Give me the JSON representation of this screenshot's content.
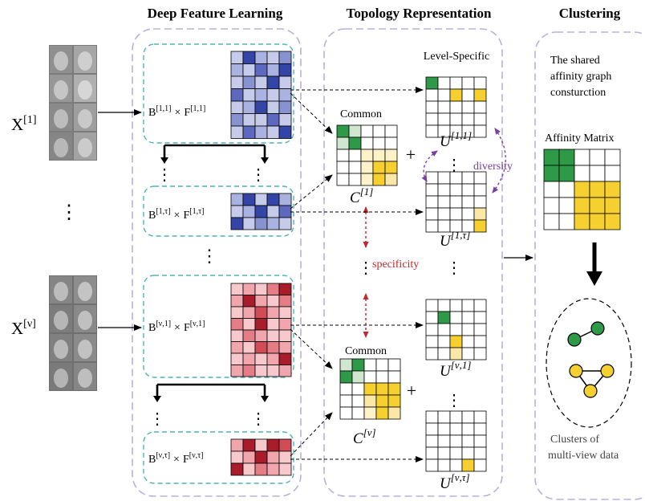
{
  "headers": {
    "deep": "Deep Feature Learning",
    "topo": "Topology Representation",
    "clustering": "Clustering"
  },
  "views": {
    "first": {
      "x_base": "X",
      "x_sup": "[1]"
    },
    "last": {
      "x_base": "X",
      "x_sup": "[ν]"
    }
  },
  "feature_blocks": {
    "b11": {
      "b": "B",
      "b_sup": "[1,1]",
      "times": "×",
      "f": "F",
      "f_sup": "[1,1]"
    },
    "b1t": {
      "b": "B",
      "b_sup": "[1,τ]",
      "times": "×",
      "f": "F",
      "f_sup": "[1,τ]"
    },
    "bv1": {
      "b": "B",
      "b_sup": "[ν,1]",
      "times": "×",
      "f": "F",
      "f_sup": "[ν,1]"
    },
    "bvt": {
      "b": "B",
      "b_sup": "[ν,τ]",
      "times": "×",
      "f": "F",
      "f_sup": "[ν,τ]"
    }
  },
  "topology": {
    "level_specific": "Level-Specific",
    "common1": "Common",
    "common2": "Common",
    "c1": {
      "base": "C",
      "sup": "[1]"
    },
    "cv": {
      "base": "C",
      "sup": "[ν]"
    },
    "u11": {
      "base": "U",
      "sup": "[1,1]"
    },
    "u1t": {
      "base": "U",
      "sup": "[1,τ]"
    },
    "uv1": {
      "base": "U",
      "sup": "[ν,1]"
    },
    "uvt": {
      "base": "U",
      "sup": "[ν,τ]"
    },
    "plus": "+",
    "diversity": "diversity",
    "specificity": "specificity"
  },
  "clustering": {
    "desc_line1": "The shared",
    "desc_line2": "affinity graph",
    "desc_line3": "consturction",
    "affinity_title": "Affinity Matrix",
    "caption_line1": "Clusters of",
    "caption_line2": "multi-view data"
  },
  "colors": {
    "dash_border": "#b9b0dd",
    "teal_dash": "#4fb3b8",
    "green": "#2e9a48",
    "yellow": "#f6d02f",
    "blue_dark": "#3346a8",
    "red_dark": "#b3202a",
    "arrow_red": "#c0282d",
    "arrow_purple": "#7a3fa0"
  }
}
